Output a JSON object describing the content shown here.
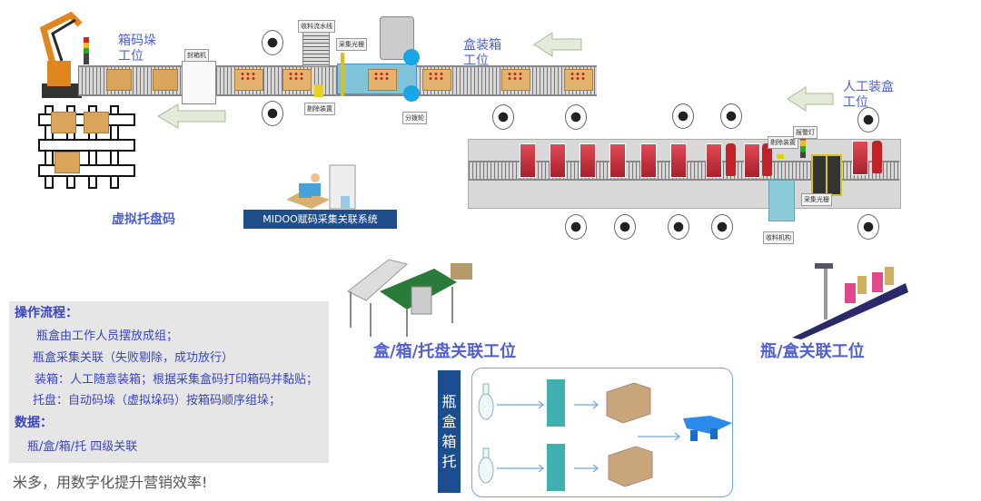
{
  "top_line": {
    "palletizing_station": "箱码垛\n工位",
    "carton_sealer": "封箱机",
    "receiving_line": "收料流水线",
    "light_curtain": "采集光栅",
    "reject_device": "剔除装置",
    "diverter_wheel": "分拨轮",
    "boxing_station": "盒装箱\n工位",
    "virtual_pallet_code": "虚拟托盘码",
    "system_label": "MIDOO赋码采集关联系统"
  },
  "bottom_line": {
    "manual_boxing_station": "人工装盒\n工位",
    "alarm_light": "报警灯",
    "reject_device": "剔除装置",
    "light_curtain": "采集光栅",
    "receiving_mechanism": "收料机构"
  },
  "stations": {
    "box_case_pallet": "盒/箱/托盘关联工位",
    "bottle_box": "瓶/盒关联工位"
  },
  "process": {
    "title": "操作流程：",
    "steps": [
      "瓶盒由工作人员摆放成组；",
      "瓶盒采集关联（失败剔除，成功放行）",
      "装箱：人工随意装箱；根据采集盒码打印箱码并黏贴；",
      "托盘：自动码垛（虚拟垛码）按箱码顺序组垛；"
    ],
    "data_title": "数据：",
    "data_text": "瓶/盒/箱/托 四级关联"
  },
  "footer": "米多，用数字化提升营销效率!",
  "hierarchy": {
    "side_label": "瓶\n盒\n箱\n托"
  },
  "colors": {
    "label_blue": "#4a5fd4",
    "system_blue": "#1f4e8c",
    "panel_gray": "#e6e6e6"
  }
}
